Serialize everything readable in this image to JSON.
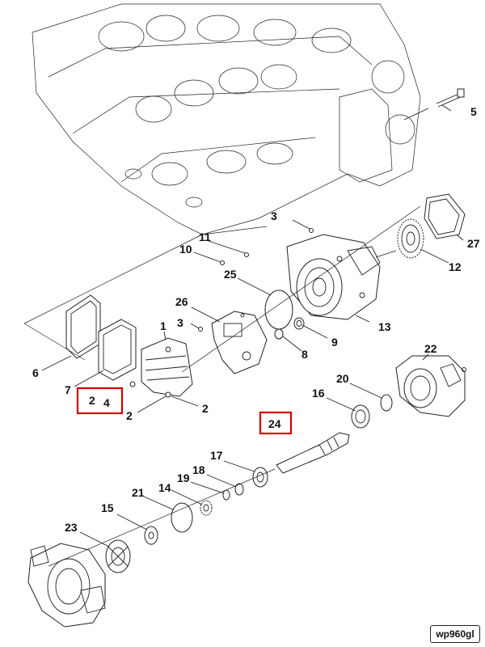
{
  "labels": {
    "l1": "1",
    "l2a": "2",
    "l2b": "2",
    "l2c": "2",
    "l3a": "3",
    "l3b": "3",
    "l4": "4",
    "l5": "5",
    "l6": "6",
    "l7": "7",
    "l8": "8",
    "l9": "9",
    "l10": "10",
    "l11": "11",
    "l12": "12",
    "l13": "13",
    "l14": "14",
    "l15": "15",
    "l16": "16",
    "l17": "17",
    "l18": "18",
    "l19": "19",
    "l20": "20",
    "l21": "21",
    "l22": "22",
    "l23": "23",
    "l24": "24",
    "l25": "25",
    "l26": "26",
    "l27": "27"
  },
  "drawing_id": "wp960gl",
  "highlight_color": "#d40000"
}
